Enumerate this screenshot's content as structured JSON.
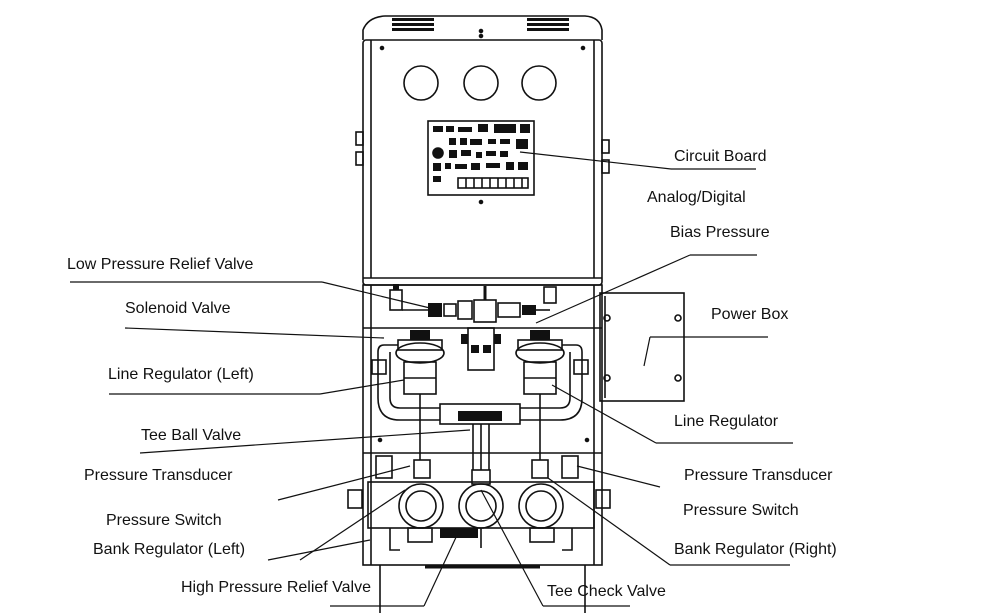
{
  "labels": {
    "circuit_board": "Circuit Board",
    "analog_digital": "Analog/Digital",
    "bias_pressure": "Bias Pressure",
    "low_pressure_relief_valve": "Low Pressure Relief Valve",
    "solenoid_valve": "Solenoid Valve",
    "power_box": "Power Box",
    "line_regulator_left": "Line Regulator (Left)",
    "line_regulator": "Line Regulator",
    "tee_ball_valve": "Tee Ball Valve",
    "pressure_transducer_left": "Pressure Transducer",
    "pressure_transducer_right": "Pressure Transducer",
    "pressure_switch_left": "Pressure Switch",
    "pressure_switch_right": "Pressure Switch",
    "bank_regulator_left": "Bank Regulator (Left)",
    "bank_regulator_right": "Bank Regulator (Right)",
    "high_pressure_relief_valve": "High Pressure Relief Valve",
    "tee_check_valve": "Tee Check Valve"
  },
  "colors": {
    "ink": "#111111",
    "background": "#ffffff"
  }
}
